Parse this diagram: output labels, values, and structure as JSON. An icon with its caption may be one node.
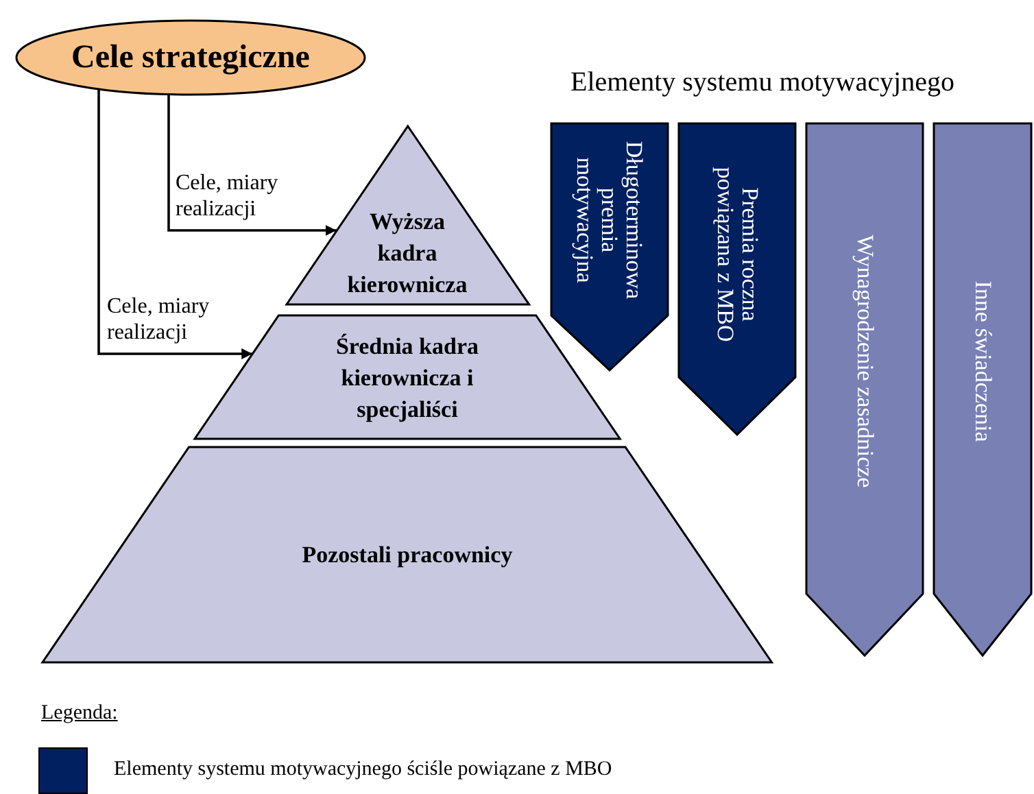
{
  "diagram": {
    "title": "Elementy systemu motywacyjnego",
    "nodes": [
      {
        "text": [
          "Cele strategiczne"
        ]
      },
      {
        "text": [
          "Wyższa kadra kierownicza"
        ]
      },
      {
        "text": [
          "Średnia kadra kierownicza i specjaliści"
        ]
      },
      {
        "text": [
          "Pozostali pracownicy"
        ]
      },
      {
        "text": [
          "Długoterminowa premia motywacyjna"
        ]
      },
      {
        "text": [
          "Premia roczna powiązana z MBO"
        ]
      },
      {
        "text": [
          "Wynagrodzenie zasadnicze"
        ]
      },
      {
        "text": [
          "Inne świadczenia"
        ]
      }
    ],
    "edges": [
      {
        "from": 0,
        "to": 1,
        "arrow": "to",
        "label": "Cele, miary realizacji"
      },
      {
        "from": 0,
        "to": 2,
        "arrow": "to",
        "label": "Cele, miary realizacji"
      }
    ],
    "labels": [
      "Legenda:"
    ],
    "legend": [
      {
        "text": "Elementy systemu motywacyjnego ściśle powiązane z MBO",
        "color": "#002060"
      }
    ]
  }
}
